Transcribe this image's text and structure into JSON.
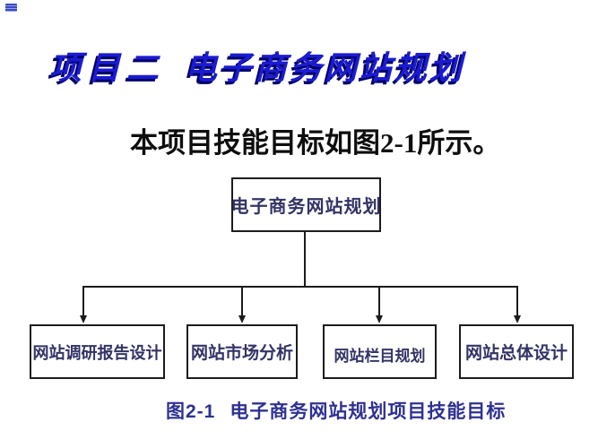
{
  "slide": {
    "title_part1": "项目二",
    "title_part2": "电子商务网站规划",
    "subtitle": "本项目技能目标如图2-1所示。",
    "caption_label": "图2-1",
    "caption_text": "电子商务网站规划项目技能目标"
  },
  "diagram": {
    "type": "org-chart",
    "root_label": "电子商务网站规划",
    "children": [
      {
        "label": "网站调研报告设计"
      },
      {
        "label": "网站市场分析"
      },
      {
        "label": "网站栏目规划"
      },
      {
        "label": "网站总体设计"
      }
    ]
  },
  "icons": {
    "corner_mark": "striped-blue-rectangle-mark"
  },
  "colors": {
    "background": "#ffffff",
    "title_blue": "#1b1bd2",
    "title_shadow_navy": "#000066",
    "box_text_navy": "#333366",
    "box_border_black": "#1c1c1c",
    "caption_blue": "#2e3192",
    "body_text_black": "#0e0e0e",
    "corner_mark_blue": "#3a49c4"
  }
}
